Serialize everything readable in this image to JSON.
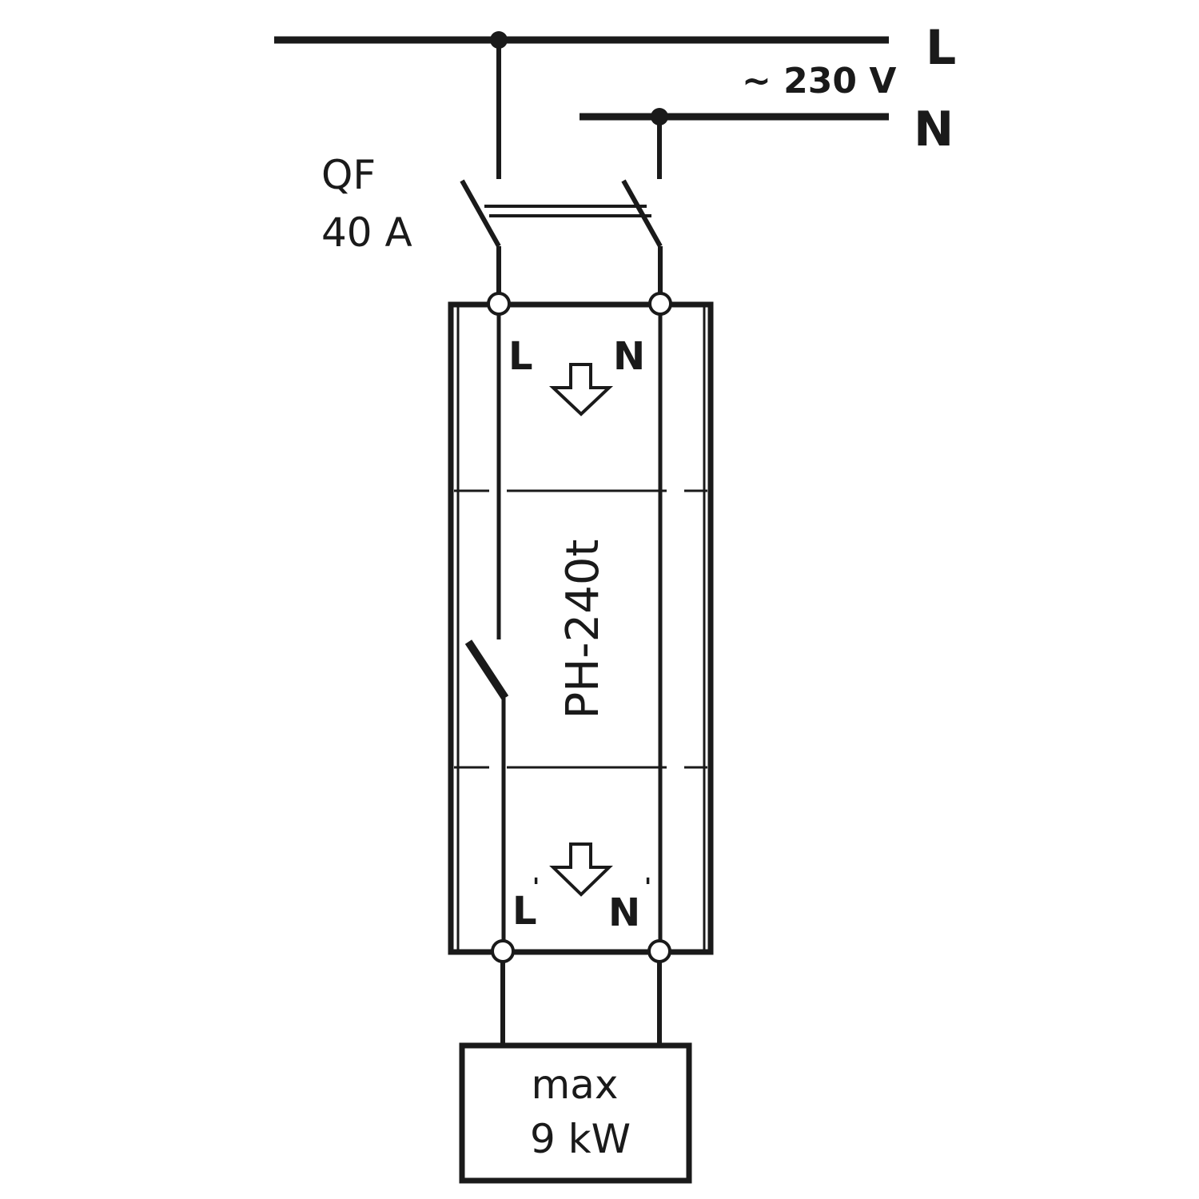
{
  "supply": {
    "line_label": "L",
    "neutral_label": "N",
    "voltage_label": "~ 230 V"
  },
  "breaker": {
    "name": "QF",
    "rating": "40 A"
  },
  "device": {
    "model": "PH-240t",
    "in_l_label": "L",
    "in_n_label": "N",
    "out_l_label": "L",
    "out_n_label": "N",
    "prime_mark": "'"
  },
  "load": {
    "line1": "max",
    "line2": "9 kW"
  },
  "colors": {
    "ink": "#1a1a1a",
    "background": "#ffffff"
  }
}
